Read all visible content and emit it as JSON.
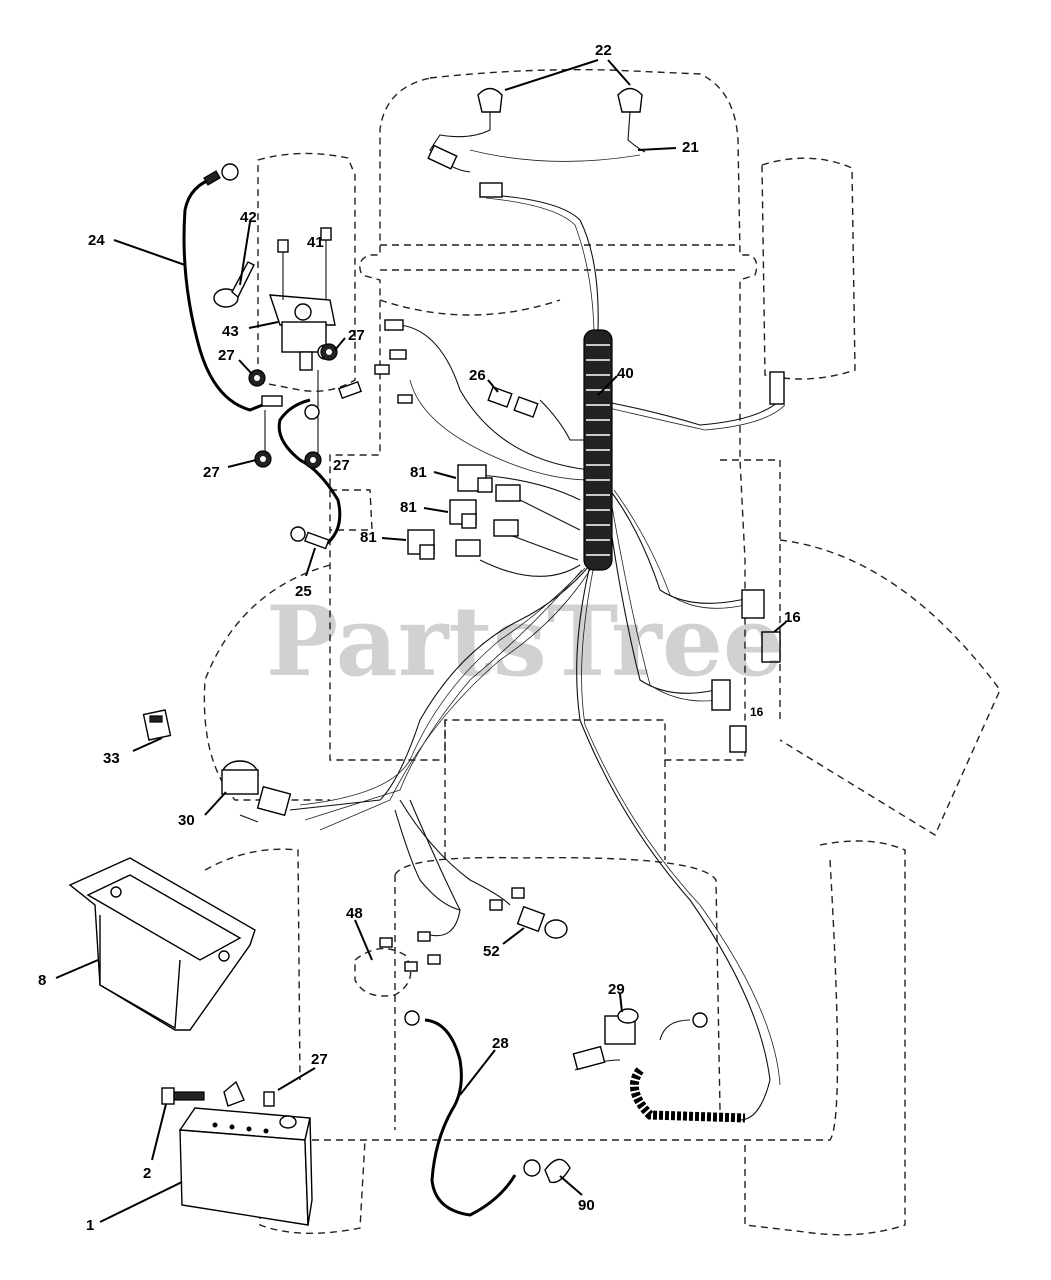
{
  "watermark": "PartsTree",
  "colors": {
    "line": "#000000",
    "background": "#ffffff",
    "watermark": "#c8c8c8"
  },
  "callouts": {
    "c22": "22",
    "c21": "21",
    "c24": "24",
    "c42": "42",
    "c41": "41",
    "c43": "43",
    "c27a": "27",
    "c27b": "27",
    "c27c": "27",
    "c27d": "27",
    "c26": "26",
    "c40": "40",
    "c81a": "81",
    "c81b": "81",
    "c81c": "81",
    "c25": "25",
    "c16a": "16",
    "c16b": "16",
    "c33": "33",
    "c30": "30",
    "c8": "8",
    "c48": "48",
    "c52": "52",
    "c29": "29",
    "c28": "28",
    "c27e": "27",
    "c2": "2",
    "c1": "1",
    "c90": "90"
  }
}
